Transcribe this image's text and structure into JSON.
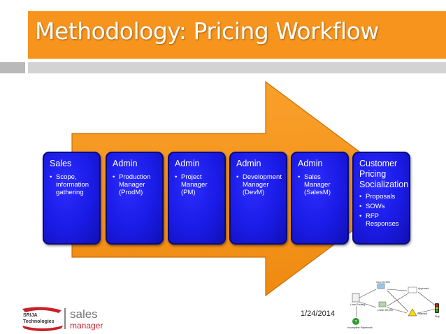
{
  "slide": {
    "title": "Methodology: Pricing Workflow",
    "date": "1/24/2014"
  },
  "steps": [
    {
      "title": "Sales",
      "bullets": [
        "Scope,\ninformation\ngathering"
      ]
    },
    {
      "title": "Admin",
      "bullets": [
        "Production\nManager\n(ProdM)"
      ]
    },
    {
      "title": "Admin",
      "bullets": [
        "Project\nManager\n(PM)"
      ]
    },
    {
      "title": "Admin",
      "bullets": [
        "Development\nManager\n(DevM)"
      ]
    },
    {
      "title": "Admin",
      "bullets": [
        "Sales\nManager\n(SalesM)"
      ]
    },
    {
      "title": "Customer\nPricing\nSocialization",
      "bullets": [
        "Proposals",
        "SOWs",
        "RFP\nResponses"
      ]
    }
  ],
  "logo": {
    "company_line1": "SRIJA",
    "company_line2": "Technologies",
    "product_line1": "sales",
    "product_line2": "manager"
  },
  "mini_flow": {
    "nodes": [
      "Over 50,000",
      "Approved",
      "Loan\nRouting",
      "Under\n50,000",
      "Rejected",
      "Stop",
      "Incomplete\nPaperwork"
    ]
  },
  "colors": {
    "title_bar": "#f7941d",
    "arrow": "#f7941d",
    "box": "#1b1be6"
  }
}
